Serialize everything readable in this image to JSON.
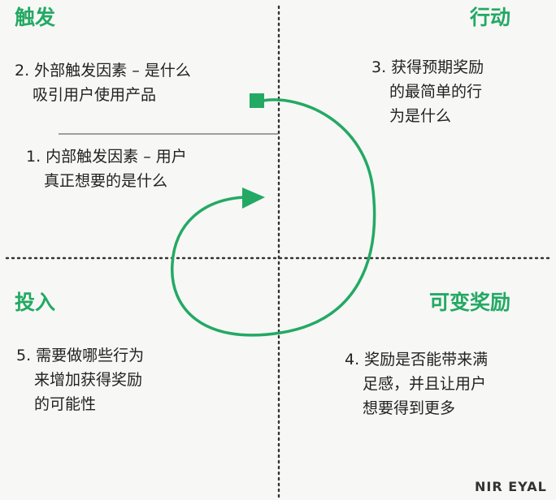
{
  "colors": {
    "accent": "#23a963",
    "text": "#222222",
    "divider": "#333333",
    "background": "#f7f7f6"
  },
  "quadrants": {
    "trigger": {
      "title": "触发"
    },
    "action": {
      "title": "行动"
    },
    "investment": {
      "title": "投入"
    },
    "variable_reward": {
      "title": "可变奖励"
    }
  },
  "steps": {
    "external_trigger": {
      "lines": [
        "2. 外部触发因素 – 是什么",
        "吸引用户使用产品"
      ]
    },
    "internal_trigger": {
      "lines": [
        "1. 内部触发因素 – 用户",
        "真正想要的是什么"
      ]
    },
    "action": {
      "lines": [
        "3. 获得预期奖励",
        "的最简单的行",
        "为是什么"
      ]
    },
    "variable_reward": {
      "lines": [
        "4. 奖励是否能带来满",
        "足感，并且让用户",
        "想要得到更多"
      ]
    },
    "investment": {
      "lines": [
        "5. 需要做哪些行为",
        "来增加获得奖励",
        "的可能性"
      ]
    }
  },
  "brand": {
    "label": "NIR EYAL"
  }
}
